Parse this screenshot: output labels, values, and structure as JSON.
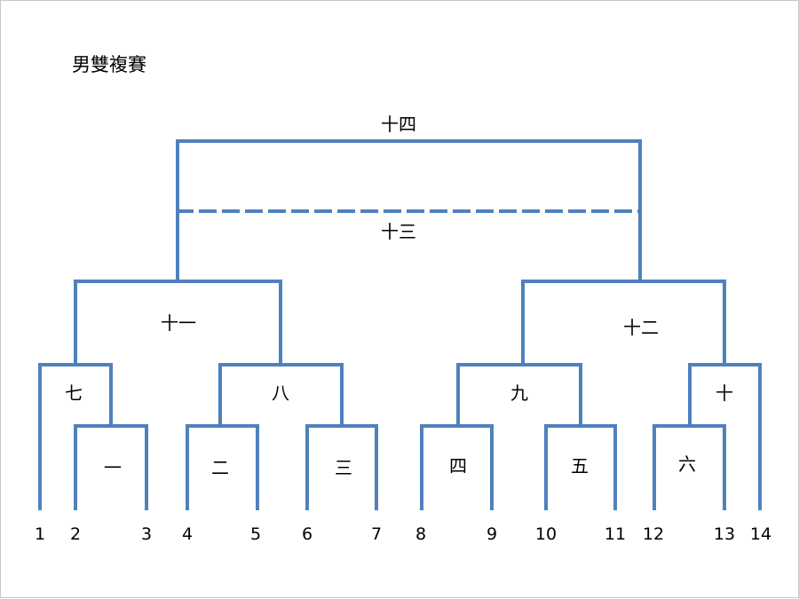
{
  "title": "男雙複賽",
  "line_color": "#4f81bd",
  "players": [
    "1",
    "2",
    "3",
    "4",
    "5",
    "6",
    "7",
    "8",
    "9",
    "10",
    "11",
    "12",
    "13",
    "14"
  ],
  "matches": {
    "m1": "一",
    "m2": "二",
    "m3": "三",
    "m4": "四",
    "m5": "五",
    "m6": "六",
    "m7": "七",
    "m8": "八",
    "m9": "九",
    "m10": "十",
    "m11": "十一",
    "m12": "十二",
    "m13": "十三",
    "m14": "十四"
  }
}
